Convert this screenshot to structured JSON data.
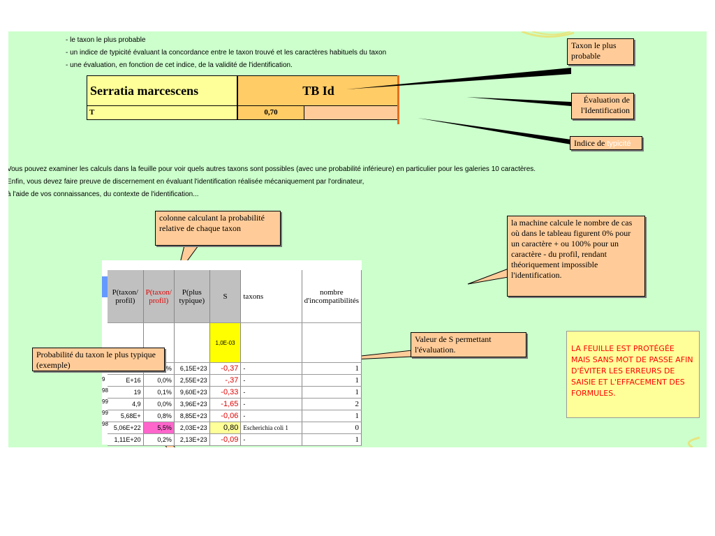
{
  "intro": {
    "lines": [
      "- le taxon le plus probable",
      "- un indice de typicité évaluant la concordance entre le taxon trouvé et les caractères habituels du taxon",
      "- une évaluation, en fonction de cet indice, de la validité de l'identification."
    ]
  },
  "result_table": {
    "taxon": "Serratia marcescens",
    "evaluation": "TB Id",
    "t_label": "T",
    "t_value": "0,70"
  },
  "callouts": {
    "taxon_probable": "Taxon le plus probable",
    "evaluation": "Évaluation de l'Identification",
    "indice_prefix": "Indice de",
    "indice_suffix": "typicité",
    "colonne": "colonne calculant la probabilité relative de chaque taxon",
    "machine": "la machine calcule le nombre de cas où dans le tableau figurent 0% pour un caractère + ou 100% pour un caractère - du profil, rendant théoriquement impossible l'identification.",
    "valeur_s": "Valeur de S permettant l'évaluation.",
    "probabilite": "Probabilité du taxon le plus typique (exemple)"
  },
  "body_text": [
    "Vous pouvez examiner les calculs dans la feuille pour voir quels autres taxons sont possibles (avec une probabilité inférieure) en particulier pour les galeries 10 caractères.",
    "Enfin, vous devez faire preuve de discernement en évaluant l'identification réalisée mécaniquement par l'ordinateur,",
    "à l'aide de vos connaissances, du contexte de l'identification..."
  ],
  "sheet": {
    "headers": [
      "P(taxon/ profil)",
      "P(taxon/ profil)",
      "P(plus typique)",
      "S",
      "taxons",
      "nombre d'incompatibilités"
    ],
    "s_header_value": "1,0E-03",
    "rows": [
      {
        "a": "",
        "b": "",
        "c": "0,1%",
        "d": "6,15E+23",
        "s": "-0,37",
        "t": "-",
        "n": "1"
      },
      {
        "a": "9",
        "b": "E+16",
        "c": "0,0%",
        "d": "2,55E+23",
        "s": "-,37",
        "t": "-",
        "n": "1"
      },
      {
        "a": "9",
        "b": "19",
        "c": "0,1%",
        "d": "9,60E+23",
        "s": "-0,33",
        "t": "-",
        "n": "1"
      },
      {
        "a": "98",
        "b": "4,9",
        "c": "0,0%",
        "d": "3,96E+23",
        "s": "-1,65",
        "t": "-",
        "n": "2"
      },
      {
        "a": "99",
        "b": "5,68E+",
        "c": "0,8%",
        "d": "8,85E+23",
        "s": "-0,06",
        "t": "-",
        "n": "1"
      },
      {
        "a": "99",
        "b": "5,06E+22",
        "c": "5,5%",
        "d": "2,03E+23",
        "s": "0,80",
        "t": "Escherichia coli 1",
        "n": "0"
      },
      {
        "a": "98",
        "b": "1,11E+20",
        "c": "0,2%",
        "d": "2,13E+23",
        "s": "-0,09",
        "t": "-",
        "n": "1"
      }
    ]
  },
  "notice": "LA FEUILLE EST PROTÉGÉE MAIS SANS MOT DE PASSE AFIN D'ÉVITER LES ERREURS DE SAISIE ET L'EFFACEMENT DES FORMULES.",
  "colors": {
    "background": "#ccffcc",
    "callout": "#ffcc99",
    "notice_bg": "#ffff99",
    "notice_text": "#ff0000",
    "s_highlight": "#ffff00"
  }
}
